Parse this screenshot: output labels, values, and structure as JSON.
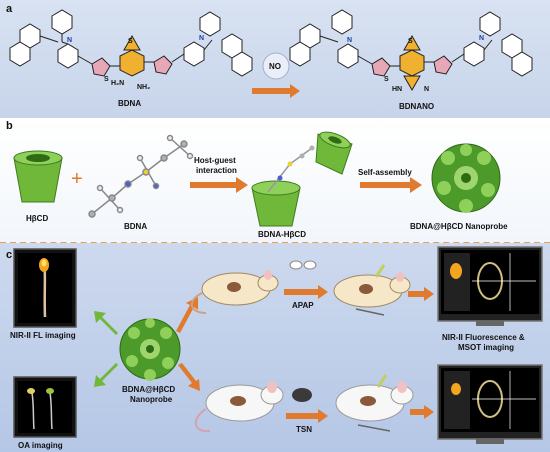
{
  "panel_a": {
    "label": "a",
    "reagent": "NO",
    "left_name": "BDNA",
    "right_name": "BDNANO",
    "atoms": {
      "N": "N",
      "S": "S",
      "NH2": "NH₂",
      "H2N": "H₂N",
      "HN": "HN",
      "N_ring": "N"
    }
  },
  "panel_b": {
    "label": "b",
    "plus": "+",
    "hbcd": "HβCD",
    "bdna": "BDNA",
    "step1": "Host-guest\ninteraction",
    "step1_line1": "Host-guest",
    "step1_line2": "interaction",
    "complex": "BDNA-HβCD",
    "step2": "Self-assembly",
    "probe": "BDNA@HβCD Nanoprobe"
  },
  "panel_c": {
    "label": "c",
    "fl_imaging": "NIR-II FL imaging",
    "oa_imaging": "OA imaging",
    "probe_line1": "BDNA@HβCD",
    "probe_line2": "Nanoprobe",
    "drug1": "APAP",
    "drug2": "TSN",
    "result_line1": "NIR-II Fluorescence &",
    "result_line2": "MSOT imaging"
  },
  "colors": {
    "panel_a_bg": "#d0dcef",
    "panel_c_bg": "#c2d1ea",
    "arrow": "#e07a2e",
    "thiophene": "#e8a7b7",
    "core": "#f0b030",
    "cd_green": "#6fb83a",
    "nanoprobe": "#4c9a2a"
  }
}
